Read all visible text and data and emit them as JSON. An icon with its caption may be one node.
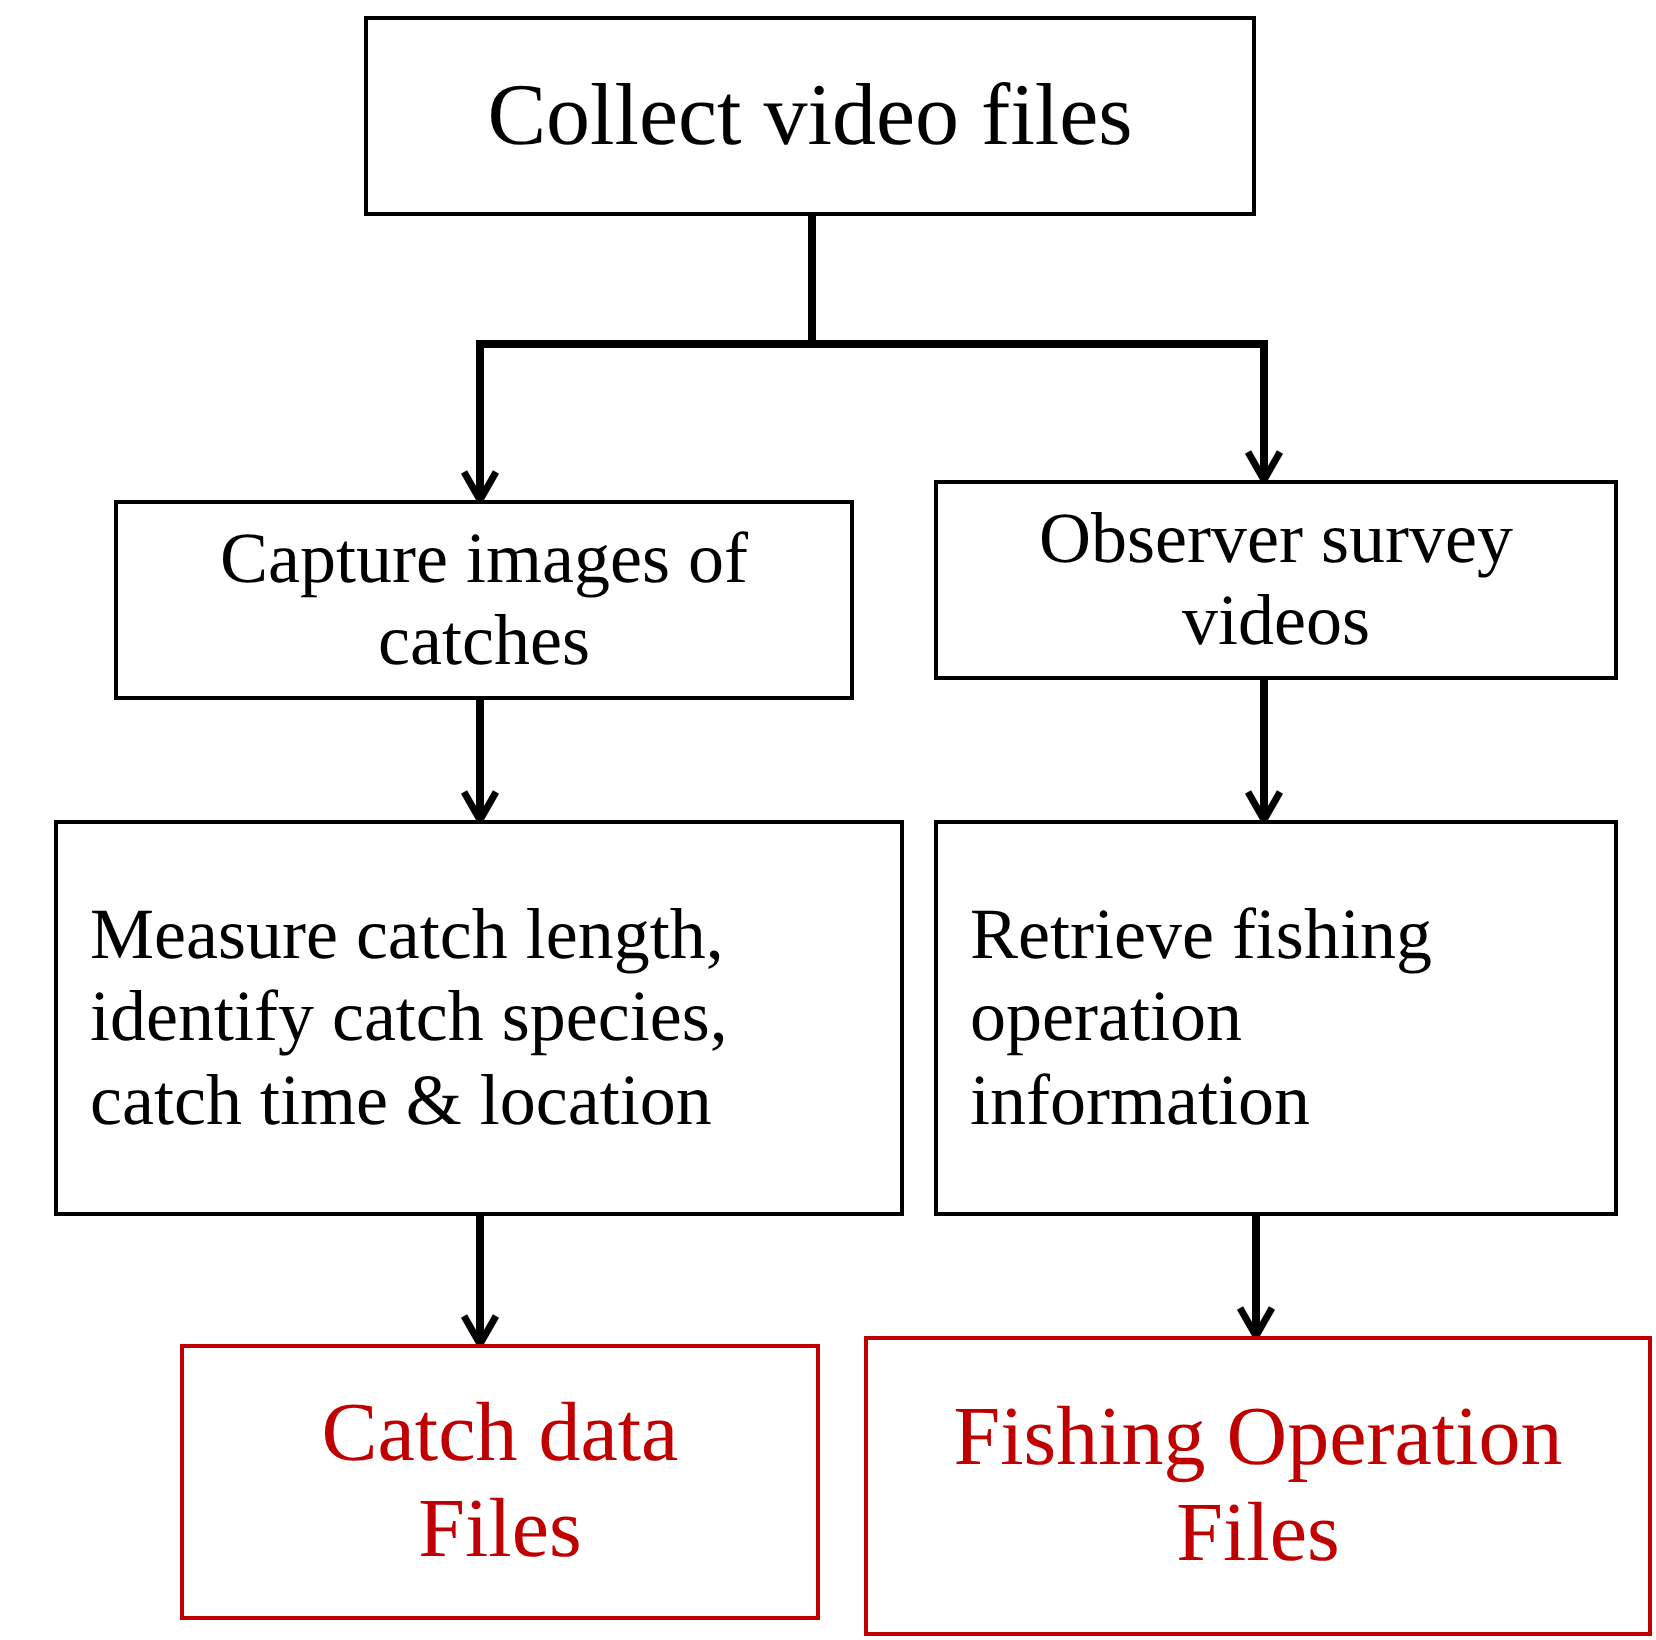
{
  "diagram": {
    "nodes": [
      {
        "text": [
          "Collect video files"
        ]
      },
      {
        "text": [
          "Capture images of catches"
        ]
      },
      {
        "text": [
          "Observer survey videos"
        ]
      },
      {
        "text": [
          "Measure catch length, identify catch species, catch time & location"
        ]
      },
      {
        "text": [
          "Retrieve fishing operation information"
        ]
      },
      {
        "text": [
          "Catch data Files"
        ]
      },
      {
        "text": [
          "Fishing Operation Files"
        ]
      }
    ],
    "edges": [
      {
        "from": 0,
        "to": 1,
        "arrow": "to"
      },
      {
        "from": 0,
        "to": 2,
        "arrow": "to"
      },
      {
        "from": 1,
        "to": 3,
        "arrow": "to"
      },
      {
        "from": 2,
        "to": 4,
        "arrow": "to"
      },
      {
        "from": 3,
        "to": 5,
        "arrow": "to"
      },
      {
        "from": 4,
        "to": 6,
        "arrow": "to"
      }
    ]
  }
}
